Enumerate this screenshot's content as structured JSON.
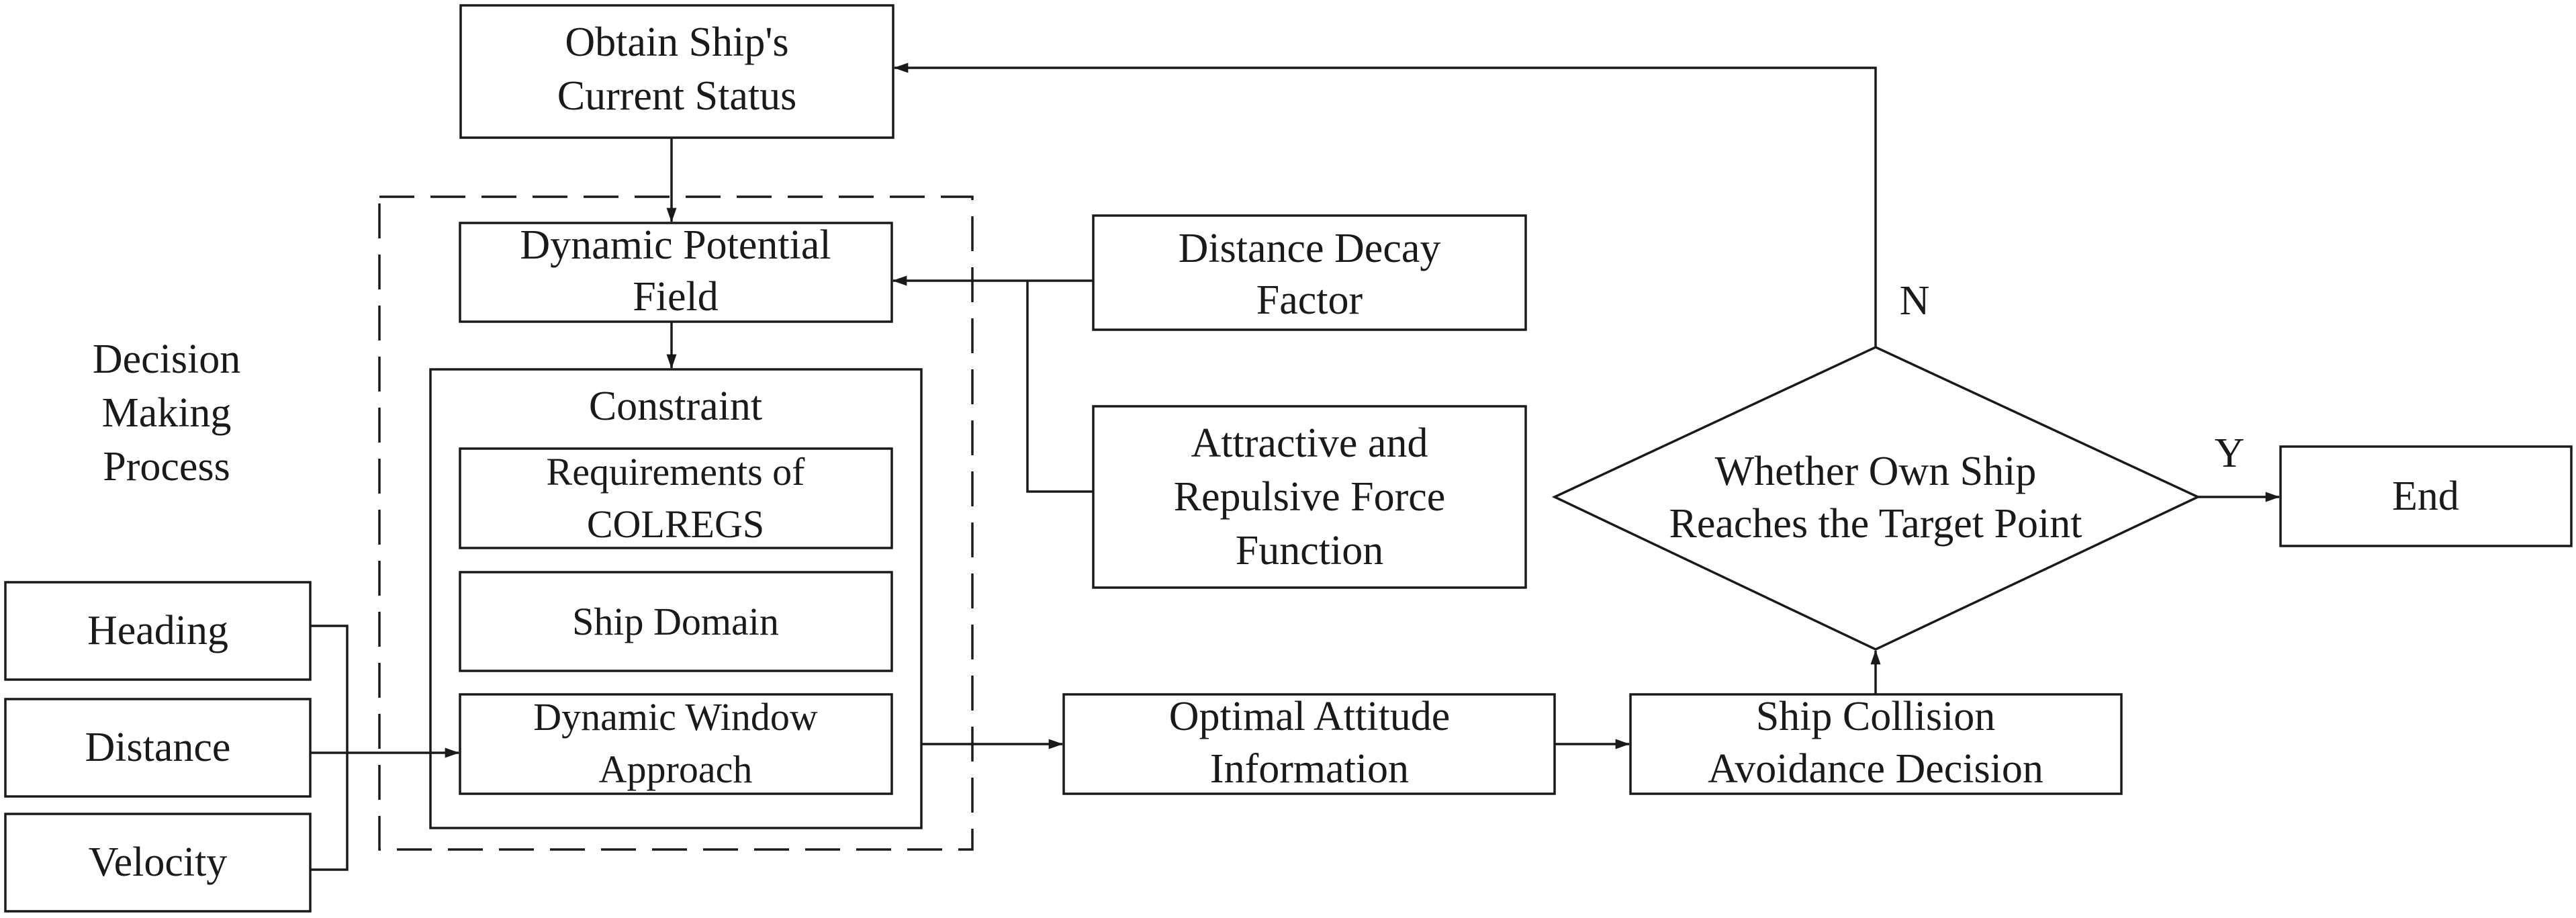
{
  "nodes": {
    "obtain_status": [
      "Obtain Ship's",
      "Current Status"
    ],
    "dynamic_potential_field": [
      "Dynamic Potential",
      "Field"
    ],
    "constraint": "Constraint",
    "colregs": [
      "Requirements of",
      "COLREGS"
    ],
    "ship_domain": "Ship Domain",
    "dwa": [
      "Dynamic Window",
      "Approach"
    ],
    "decision_making": [
      "Decision",
      "Making",
      "Process"
    ],
    "distance_decay": [
      "Distance Decay",
      "Factor"
    ],
    "attractive_repulsive": [
      "Attractive and",
      "Repulsive Force",
      "Function"
    ],
    "heading": "Heading",
    "distance": "Distance",
    "velocity": "Velocity",
    "optimal_attitude": [
      "Optimal Attitude",
      "Information"
    ],
    "collision_decision": [
      "Ship Collision",
      "Avoidance Decision"
    ],
    "target_check": [
      "Whether Own Ship",
      "Reaches the Target Point"
    ],
    "end": "End"
  },
  "edge_labels": {
    "no": "N",
    "yes": "Y"
  }
}
